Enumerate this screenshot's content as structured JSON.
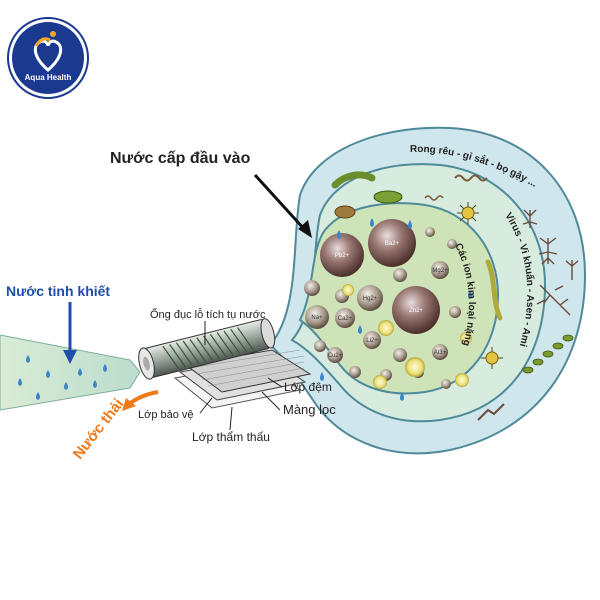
{
  "logo": {
    "text": "Aqua Health",
    "colors": {
      "ring": "#ffffff",
      "fill": "#1a3a8f",
      "accent": "#f5a623"
    }
  },
  "labels": {
    "feed_water": "Nước cấp đầu vào",
    "pure_water": "Nước tinh khiết",
    "waste_water": "Nước thải",
    "collector_tube": "Ống đục lỗ tích tụ nước",
    "spacer_layer": "Lớp đệm",
    "membrane": "Màng lọc",
    "protective_layer": "Lớp bảo vệ",
    "permeate_layer": "Lớp thẩm thấu",
    "ring_outer": "Rong rêu - gỉ sắt - bọ gậy ...",
    "ring_middle": "Virus - Vi khuẩn - Asen - Amip",
    "ring_inner": "Các ion kim loại nặng"
  },
  "ions": [
    "Ba2+",
    "Pb2+",
    "Zn2+",
    "Hg2+",
    "Na+",
    "Ca2+",
    "Li2+",
    "Mg2+",
    "Cu2+",
    "Al3+"
  ],
  "colors": {
    "outer_blob": "#cfe6ec",
    "middle_blob": "#d7ecde",
    "inner_blob": "#cfe3b8",
    "blob_stroke": "#4f8a9a",
    "label_dark": "#222222",
    "pure_label": "#1f4fa8",
    "waste_label": "#ef7a1a",
    "particle_big": "#7c5a56",
    "water_drop": "#3a86c8"
  },
  "icons": [
    "water-drop-icon",
    "arrow-icon",
    "ion-particle-icon",
    "bacteria-icon",
    "virus-icon",
    "algae-icon"
  ]
}
